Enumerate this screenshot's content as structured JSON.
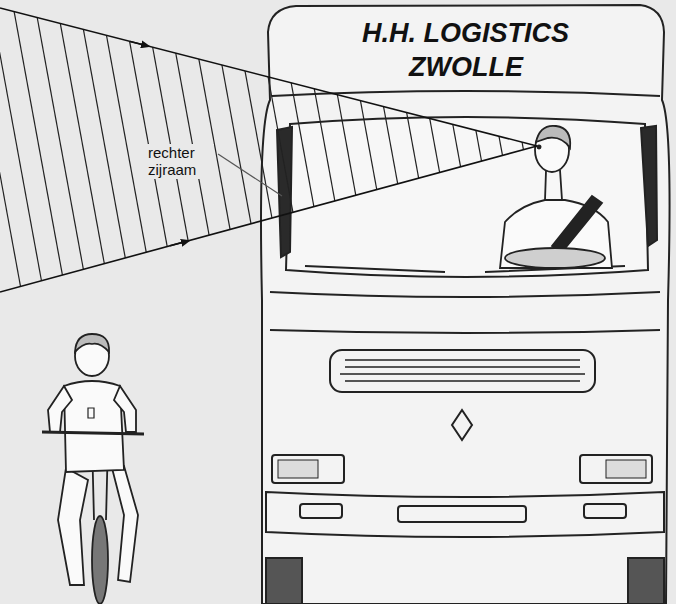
{
  "diagram": {
    "labels": [
      "H.H. LOGISTICS",
      "ZWOLLE",
      "rechter zijraam"
    ]
  }
}
